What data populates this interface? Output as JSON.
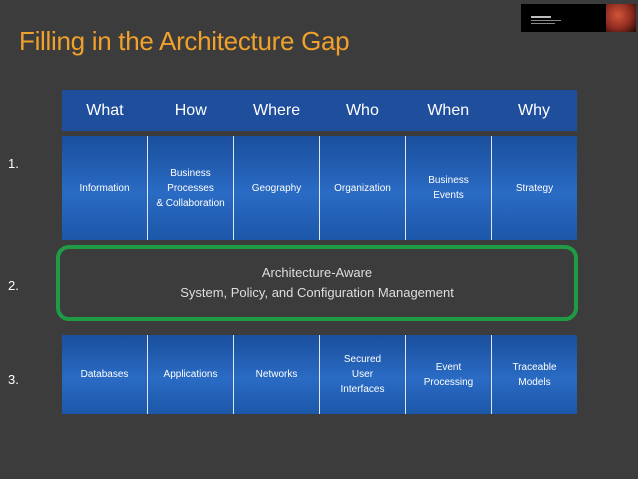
{
  "slide": {
    "title": "Filling in the Architecture Gap",
    "row_numbers": [
      "1.",
      "2.",
      "3."
    ]
  },
  "header": [
    "What",
    "How",
    "Where",
    "Who",
    "When",
    "Why"
  ],
  "row1": [
    [
      "Information"
    ],
    [
      "Business",
      "Processes",
      "& Collaboration"
    ],
    [
      "Geography"
    ],
    [
      "Organization"
    ],
    [
      "Business",
      "Events"
    ],
    [
      "Strategy"
    ]
  ],
  "middle": {
    "line1": "Architecture-Aware",
    "line2": "System, Policy, and Configuration Management"
  },
  "row3": [
    [
      "Databases"
    ],
    [
      "Applications"
    ],
    [
      "Networks"
    ],
    [
      "Secured",
      "User",
      "Interfaces"
    ],
    [
      "Event",
      "Processing"
    ],
    [
      "Traceable",
      "Models"
    ]
  ],
  "colors": {
    "title": "#f0a12b",
    "header_fill": "#1f4e9c",
    "cell_gradient_top": "#1a4f9d",
    "cell_gradient_mid": "#2a6bc4",
    "green_outline": "#1f9b45",
    "background": "#3c3c3c"
  }
}
